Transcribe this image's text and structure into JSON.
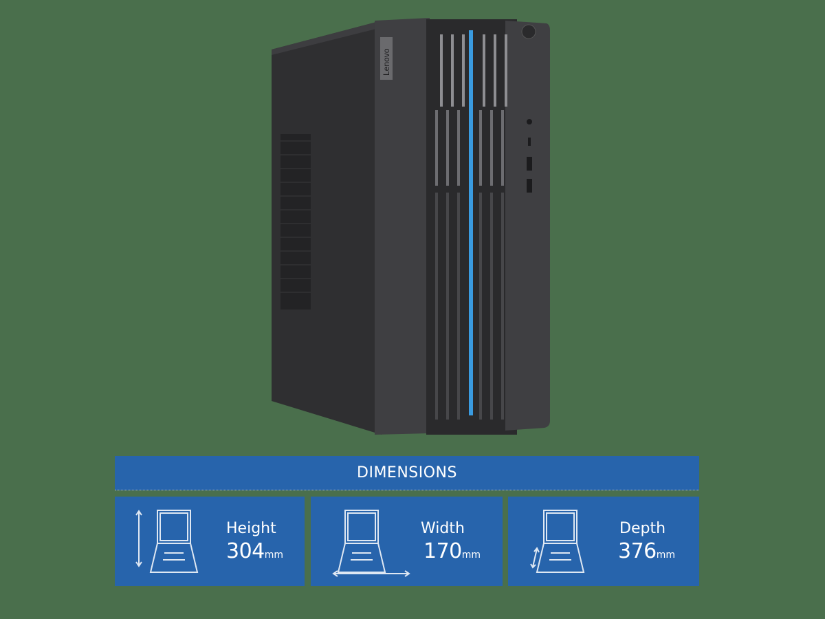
{
  "product": {
    "brand_label": "Lenovo",
    "image_alt": "desktop-tower-pc",
    "accent_led_color": "#3a9be0",
    "chassis_color": "#3b3b3b"
  },
  "dimensions": {
    "title": "DIMENSIONS",
    "panel_color": "#2764ac",
    "items": [
      {
        "label": "Height",
        "value": "304",
        "unit": "mm",
        "icon": "laptop-height-icon"
      },
      {
        "label": "Width",
        "value": "170",
        "unit": "mm",
        "icon": "laptop-width-icon"
      },
      {
        "label": "Depth",
        "value": "376",
        "unit": "mm",
        "icon": "laptop-depth-icon"
      }
    ]
  }
}
